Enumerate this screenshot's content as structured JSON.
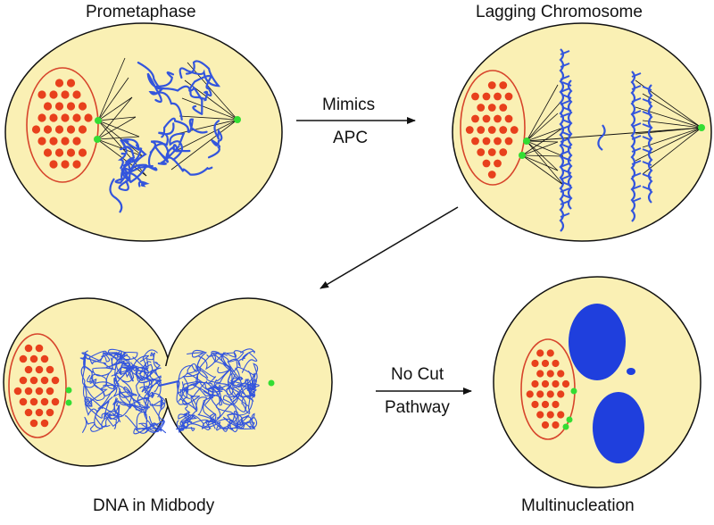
{
  "labels": {
    "stage1": "Prometaphase",
    "stage2": "Lagging Chromosome",
    "stage3": "DNA in Midbody",
    "stage4": "Multinucleation"
  },
  "arrows": {
    "arrow1_top": "Mimics",
    "arrow1_bottom": "APC",
    "arrow2_top": "No Cut",
    "arrow2_bottom": "Pathway"
  },
  "colors": {
    "cytoplasm": "#faf0b4",
    "outline": "#111111",
    "nucleus_outline": "#d7442b",
    "nucleus_dot": "#e8401c",
    "centrosome": "#33dd33",
    "dna": "#3355dd",
    "spindle": "#111111"
  }
}
